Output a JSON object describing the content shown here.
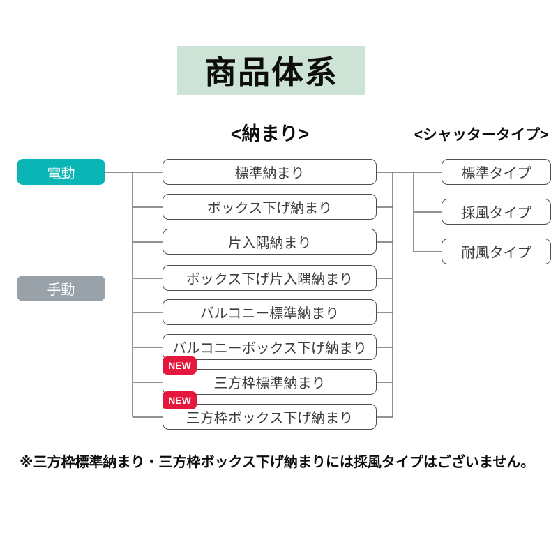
{
  "title": {
    "text": "商品体系",
    "bg_color": "#cde3d5"
  },
  "headers": {
    "installation": "<納まり>",
    "shutter_type": "<シャッタータイプ>"
  },
  "drive": {
    "items": [
      {
        "label": "電動",
        "color": "#0ab5b6"
      },
      {
        "label": "手動",
        "color": "#9aa2a9"
      }
    ]
  },
  "installation": {
    "items": [
      {
        "label": "標準納まり",
        "new": false
      },
      {
        "label": "ボックス下げ納まり",
        "new": false
      },
      {
        "label": "片入隅納まり",
        "new": false
      },
      {
        "label": "ボックス下げ片入隅納まり",
        "new": false
      },
      {
        "label": "バルコニー標準納まり",
        "new": false
      },
      {
        "label": "バルコニーボックス下げ納まり",
        "new": false
      },
      {
        "label": "三方枠標準納まり",
        "new": true
      },
      {
        "label": "三方枠ボックス下げ納まり",
        "new": true
      }
    ]
  },
  "badge": {
    "label": "NEW",
    "color": "#e3183c"
  },
  "shutter": {
    "items": [
      {
        "label": "標準タイプ"
      },
      {
        "label": "採風タイプ"
      },
      {
        "label": "耐風タイプ"
      }
    ]
  },
  "footnote": {
    "text": "※三方枠標準納まり・三方枠ボックス下げ納まりには採風タイプはございません。"
  },
  "colors": {
    "title_bg": "#cde3d5",
    "electric_teal": "#0ab5b6",
    "manual_gray": "#9aa2a9",
    "badge_red": "#e3183c",
    "node_border": "#4e4e4e",
    "connector": "#6e6e6e"
  }
}
